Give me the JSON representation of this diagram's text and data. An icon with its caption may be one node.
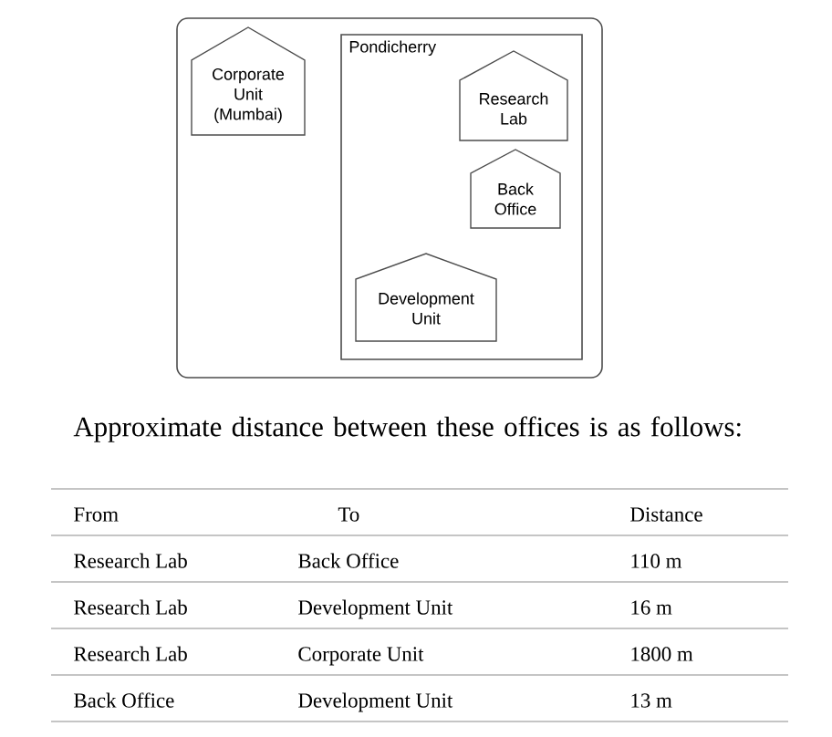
{
  "diagram": {
    "nodes": [
      {
        "text": [],
        "shape": "box"
      },
      {
        "text": [
          "Corporate Unit (Mumbai)"
        ],
        "in": 0
      },
      {
        "text": [
          "Pondicherry"
        ],
        "in": 0
      },
      {
        "text": [
          "Research Lab"
        ],
        "in": 2
      },
      {
        "text": [
          "Back Office"
        ],
        "in": 2
      },
      {
        "text": [
          "Development Unit"
        ],
        "in": 2
      }
    ],
    "labels": [
      "Approximate distance between these offices is as follows:",
      "From",
      "To",
      "Distance",
      "Research Lab",
      "Back Office",
      "110 m",
      "Research Lab",
      "Development Unit",
      "16 m",
      "Research Lab",
      "Corporate Unit",
      "1800 m",
      "Back Office",
      "Development Unit",
      "13 m"
    ]
  }
}
